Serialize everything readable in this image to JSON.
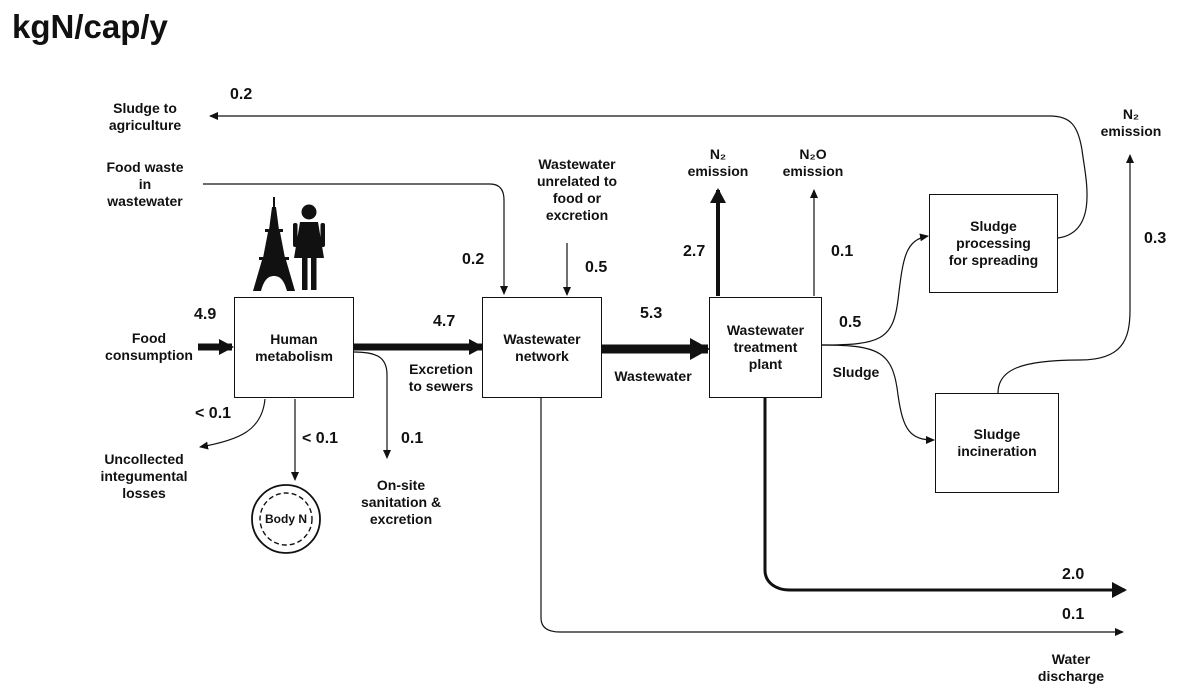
{
  "title": "kgN/cap/y",
  "nodes": {
    "human_metabolism": "Human\nmetabolism",
    "wastewater_network": "Wastewater\nnetwork",
    "wastewater_treatment_plant": "Wastewater\ntreatment\nplant",
    "sludge_processing": "Sludge\nprocessing\nfor spreading",
    "sludge_incineration": "Sludge\nincineration",
    "body_n": "Body N"
  },
  "labels": {
    "sludge_to_agriculture": "Sludge to\nagriculture",
    "food_waste_in_wastewater": "Food waste\nin\nwastewater",
    "food_consumption": "Food\nconsumption",
    "uncollected_integumental_losses": "Uncollected\nintegumental\nlosses",
    "onsite_sanitation": "On-site\nsanitation &\nexcretion",
    "excretion_to_sewers": "Excretion\nto sewers",
    "wastewater_unrelated": "Wastewater\nunrelated to\nfood or\nexcretion",
    "wastewater_flow": "Wastewater",
    "sludge_flow": "Sludge",
    "n2_emission_wwtp": "N₂\nemission",
    "n2o_emission": "N₂O\nemission",
    "n2_emission_incineration": "N₂\nemission",
    "water_discharge": "Water\ndischarge"
  },
  "values": {
    "sludge_to_agriculture": "0.2",
    "food_consumption": "4.9",
    "uncollected_losses": "< 0.1",
    "body_n": "< 0.1",
    "onsite_sanitation": "0.1",
    "excretion_to_sewers": "4.7",
    "food_waste": "0.2",
    "wastewater_unrelated": "0.5",
    "wastewater_to_wwtp": "5.3",
    "n2_emission_wwtp": "2.7",
    "n2o_emission": "0.1",
    "sludge": "0.5",
    "n2_emission_incineration": "0.3",
    "wwtp_discharge": "2.0",
    "network_discharge": "0.1"
  },
  "icons": [
    "eiffel-tower-icon",
    "woman-icon"
  ]
}
